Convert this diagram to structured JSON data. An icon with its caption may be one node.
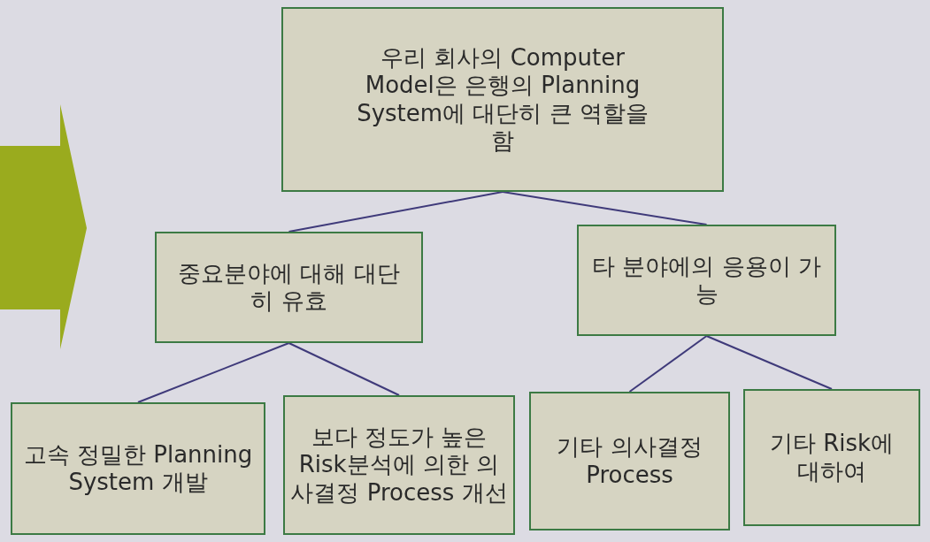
{
  "diagram": {
    "nodes": [
      {
        "text": [
          "우리 회사의 Computer Model은 은행의 Planning System에 대단히 큰 역할을 함"
        ]
      },
      {
        "text": [
          "중요분야에 대해 대단히 유효"
        ]
      },
      {
        "text": [
          "타 분야에의 응용이 가능"
        ]
      },
      {
        "text": [
          "고속 정밀한 Planning System 개발"
        ]
      },
      {
        "text": [
          "보다 정도가 높은 Risk분석에 의한 의사결정 Process 개선"
        ]
      },
      {
        "text": [
          "기타 의사결정 Process"
        ]
      },
      {
        "text": [
          "기타 Risk에 대하여"
        ]
      }
    ],
    "edges": [
      {
        "from": 0,
        "to": 1,
        "arrow": "none"
      },
      {
        "from": 0,
        "to": 2,
        "arrow": "none"
      },
      {
        "from": 1,
        "to": 3,
        "arrow": "none"
      },
      {
        "from": 1,
        "to": 4,
        "arrow": "none"
      },
      {
        "from": 2,
        "to": 5,
        "arrow": "none"
      },
      {
        "from": 2,
        "to": 6,
        "arrow": "none"
      }
    ]
  }
}
